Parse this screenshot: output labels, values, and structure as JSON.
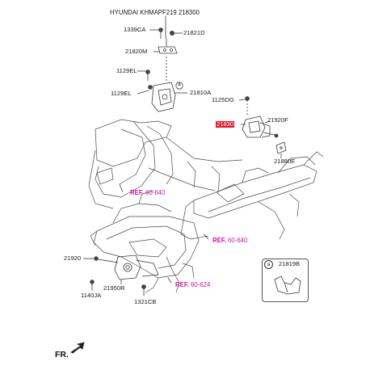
{
  "title": "HYUNDAI KHMAPF219  218300",
  "labels": {
    "p1339CA": "1339CA",
    "p21821D": "21821D",
    "p21820M": "21820M",
    "p1129EL_a": "1129EL",
    "p1129EL_b": "1129EL",
    "p21810A": "21810A",
    "p1125DG": "1125DG",
    "p21830": "21830",
    "p21920F": "21920F",
    "p21880E": "21880E",
    "p21920": "21920",
    "p1140JA": "1140JA",
    "p21950R": "21950R",
    "p1321CB": "1321CB",
    "p21819B": "21819B",
    "box_letter": "a",
    "callout_letter": "a"
  },
  "refs": {
    "r1_key": "REF.",
    "r1_val": "60-640",
    "r2_key": "REF.",
    "r2_val": "60-640",
    "r3_key": "REF.",
    "r3_val": "60-624"
  },
  "front_label": "FR.",
  "colors": {
    "line": "#3a3a3a",
    "ref": "#c8169f",
    "highlight": "#e4172b"
  }
}
